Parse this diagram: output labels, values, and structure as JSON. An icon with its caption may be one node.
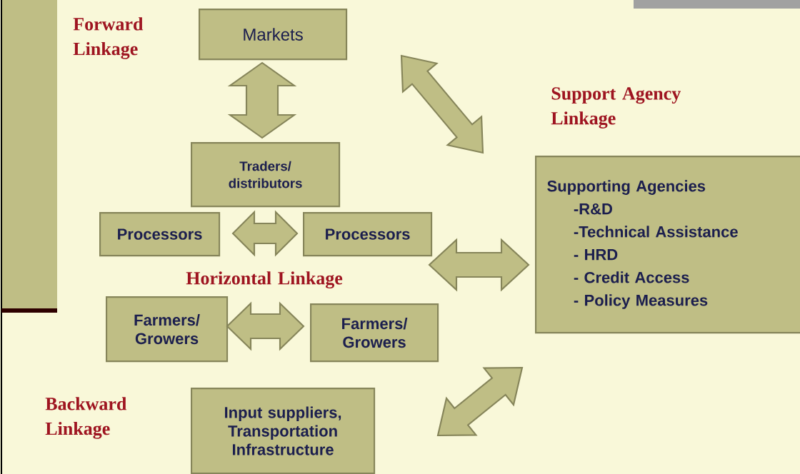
{
  "diagram": {
    "nodes": [
      {
        "text": [
          "Markets"
        ]
      },
      {
        "text": [
          "Traders/ distributors"
        ]
      },
      {
        "text": [
          "Processors"
        ]
      },
      {
        "text": [
          "Processors"
        ]
      },
      {
        "text": [
          "Supporting Agencies",
          "-R&D",
          "-Technical Assistance",
          "- HRD",
          "- Credit Access",
          "- Policy Measures"
        ]
      },
      {
        "text": [
          "Farmers/ Growers"
        ]
      },
      {
        "text": [
          "Farmers/ Growers"
        ]
      },
      {
        "text": [
          "Input suppliers, Transportation Infrastructure"
        ]
      }
    ],
    "edges": [
      {
        "from": 0,
        "to": 1,
        "arrow": "both"
      },
      {
        "from": 2,
        "to": 3,
        "arrow": "both"
      },
      {
        "from": 5,
        "to": 6,
        "arrow": "both"
      },
      {
        "from": 0,
        "to": 4,
        "arrow": "both"
      },
      {
        "from": 3,
        "to": 4,
        "arrow": "both"
      },
      {
        "from": 7,
        "to": 4,
        "arrow": "both"
      }
    ],
    "labels": [
      "Forward Linkage",
      "Support Agency Linkage",
      "Horizontal Linkage",
      "Backward Linkage"
    ]
  }
}
